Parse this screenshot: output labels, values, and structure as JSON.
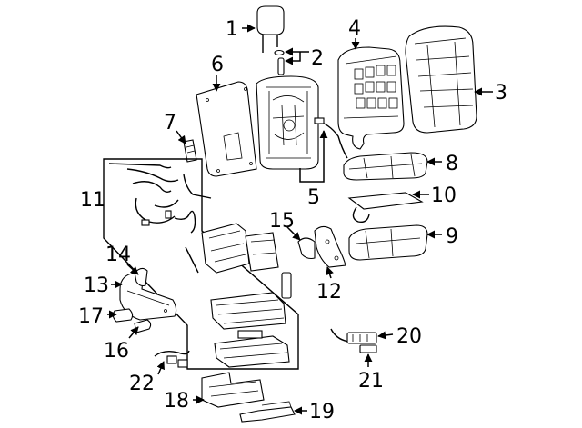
{
  "callouts": [
    {
      "id": "c1",
      "label": "1"
    },
    {
      "id": "c2",
      "label": "2"
    },
    {
      "id": "c3",
      "label": "3"
    },
    {
      "id": "c4",
      "label": "4"
    },
    {
      "id": "c5",
      "label": "5"
    },
    {
      "id": "c6",
      "label": "6"
    },
    {
      "id": "c7",
      "label": "7"
    },
    {
      "id": "c8",
      "label": "8"
    },
    {
      "id": "c9",
      "label": "9"
    },
    {
      "id": "c10",
      "label": "10"
    },
    {
      "id": "c11",
      "label": "11"
    },
    {
      "id": "c12",
      "label": "12"
    },
    {
      "id": "c13",
      "label": "13"
    },
    {
      "id": "c14",
      "label": "14"
    },
    {
      "id": "c15",
      "label": "15"
    },
    {
      "id": "c16",
      "label": "16"
    },
    {
      "id": "c17",
      "label": "17"
    },
    {
      "id": "c18",
      "label": "18"
    },
    {
      "id": "c19",
      "label": "19"
    },
    {
      "id": "c20",
      "label": "20"
    },
    {
      "id": "c21",
      "label": "21"
    },
    {
      "id": "c22",
      "label": "22"
    }
  ],
  "colors": {
    "line": "#000000",
    "background": "#ffffff",
    "fill": "#ffffff"
  }
}
